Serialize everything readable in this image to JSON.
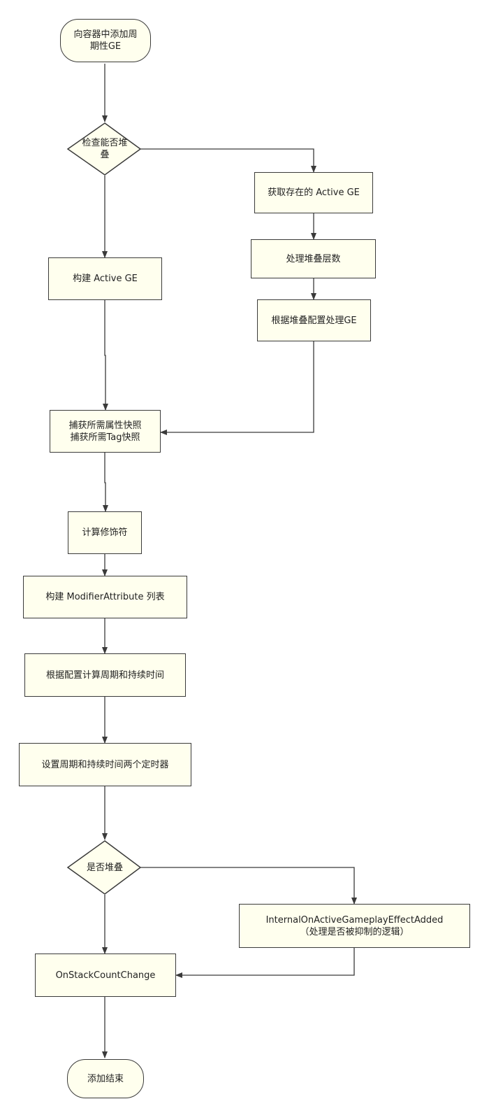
{
  "colors": {
    "node_fill": "#FFFFEE",
    "node_stroke": "#3a3a3a",
    "edge": "#3a3a3a",
    "text": "#222222"
  },
  "nodes": {
    "start": "向容器中添加周\n期性GE",
    "check_stack": "检查能否堆\n叠",
    "get_existing": "获取存在的 Active GE",
    "handle_layers": "处理堆叠层数",
    "handle_by_config": "根据堆叠配置处理GE",
    "build_active": "构建 Active GE",
    "capture": "捕获所需属性快照\n捕获所需Tag快照",
    "calc_modifiers": "计算修饰符",
    "build_list": "构建 ModifierAttribute 列表",
    "calc_period": "根据配置计算周期和持续时间",
    "set_timers": "设置周期和持续时间两个定时器",
    "is_stacked": "是否堆叠",
    "internal_added": "InternalOnActiveGameplayEffectAdded\n（处理是否被抑制的逻辑）",
    "on_stack_change": "OnStackCountChange",
    "end": "添加结束"
  }
}
